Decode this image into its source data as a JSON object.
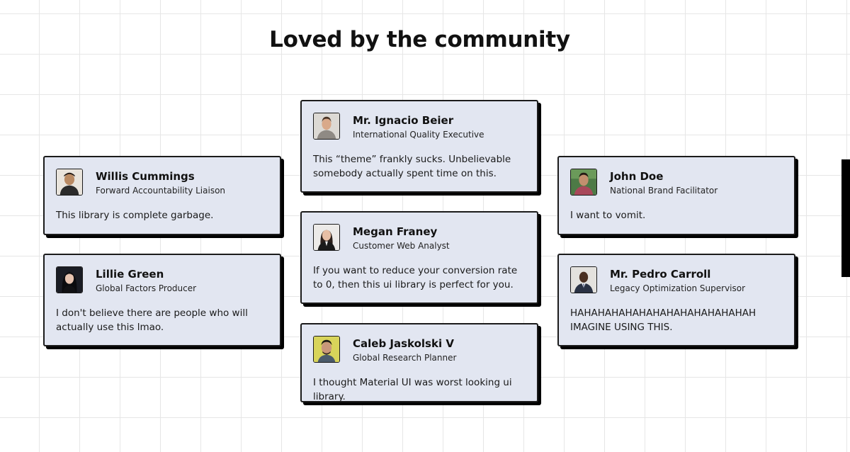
{
  "section": {
    "title": "Loved by the community"
  },
  "testimonials": [
    {
      "name": "Willis Cummings",
      "role": "Forward Accountability Liaison",
      "quote": "This library is complete garbage.",
      "avatar_icon": "person-avatar-icon"
    },
    {
      "name": "Lillie Green",
      "role": "Global Factors Producer",
      "quote": "I don't believe there are people who will actually use this lmao.",
      "avatar_icon": "person-avatar-icon"
    },
    {
      "name": "Mr. Ignacio Beier",
      "role": "International Quality Executive",
      "quote": "This “theme” frankly sucks. Unbelievable somebody actually spent time on this.",
      "avatar_icon": "person-avatar-icon"
    },
    {
      "name": "Megan Franey",
      "role": "Customer Web Analyst",
      "quote": "If you want to reduce your conversion rate to 0, then this ui library is perfect for you.",
      "avatar_icon": "person-avatar-icon"
    },
    {
      "name": "Caleb Jaskolski V",
      "role": "Global Research Planner",
      "quote": "I thought Material UI was worst looking ui library.",
      "avatar_icon": "person-avatar-icon"
    },
    {
      "name": "John Doe",
      "role": "National Brand Facilitator",
      "quote": "I want to vomit.",
      "avatar_icon": "person-avatar-icon"
    },
    {
      "name": "Mr. Pedro Carroll",
      "role": "Legacy Optimization Supervisor",
      "quote": "HAHAHAHAHAHAHAHAHAHAHAHAHAH IMAGINE USING THIS.",
      "avatar_icon": "person-avatar-icon"
    }
  ],
  "colors": {
    "card_background": "#e2e6f1",
    "card_border": "#1b1b1b",
    "card_shadow": "#000000",
    "grid_line": "#e6e6e6",
    "page_background": "#ffffff"
  }
}
